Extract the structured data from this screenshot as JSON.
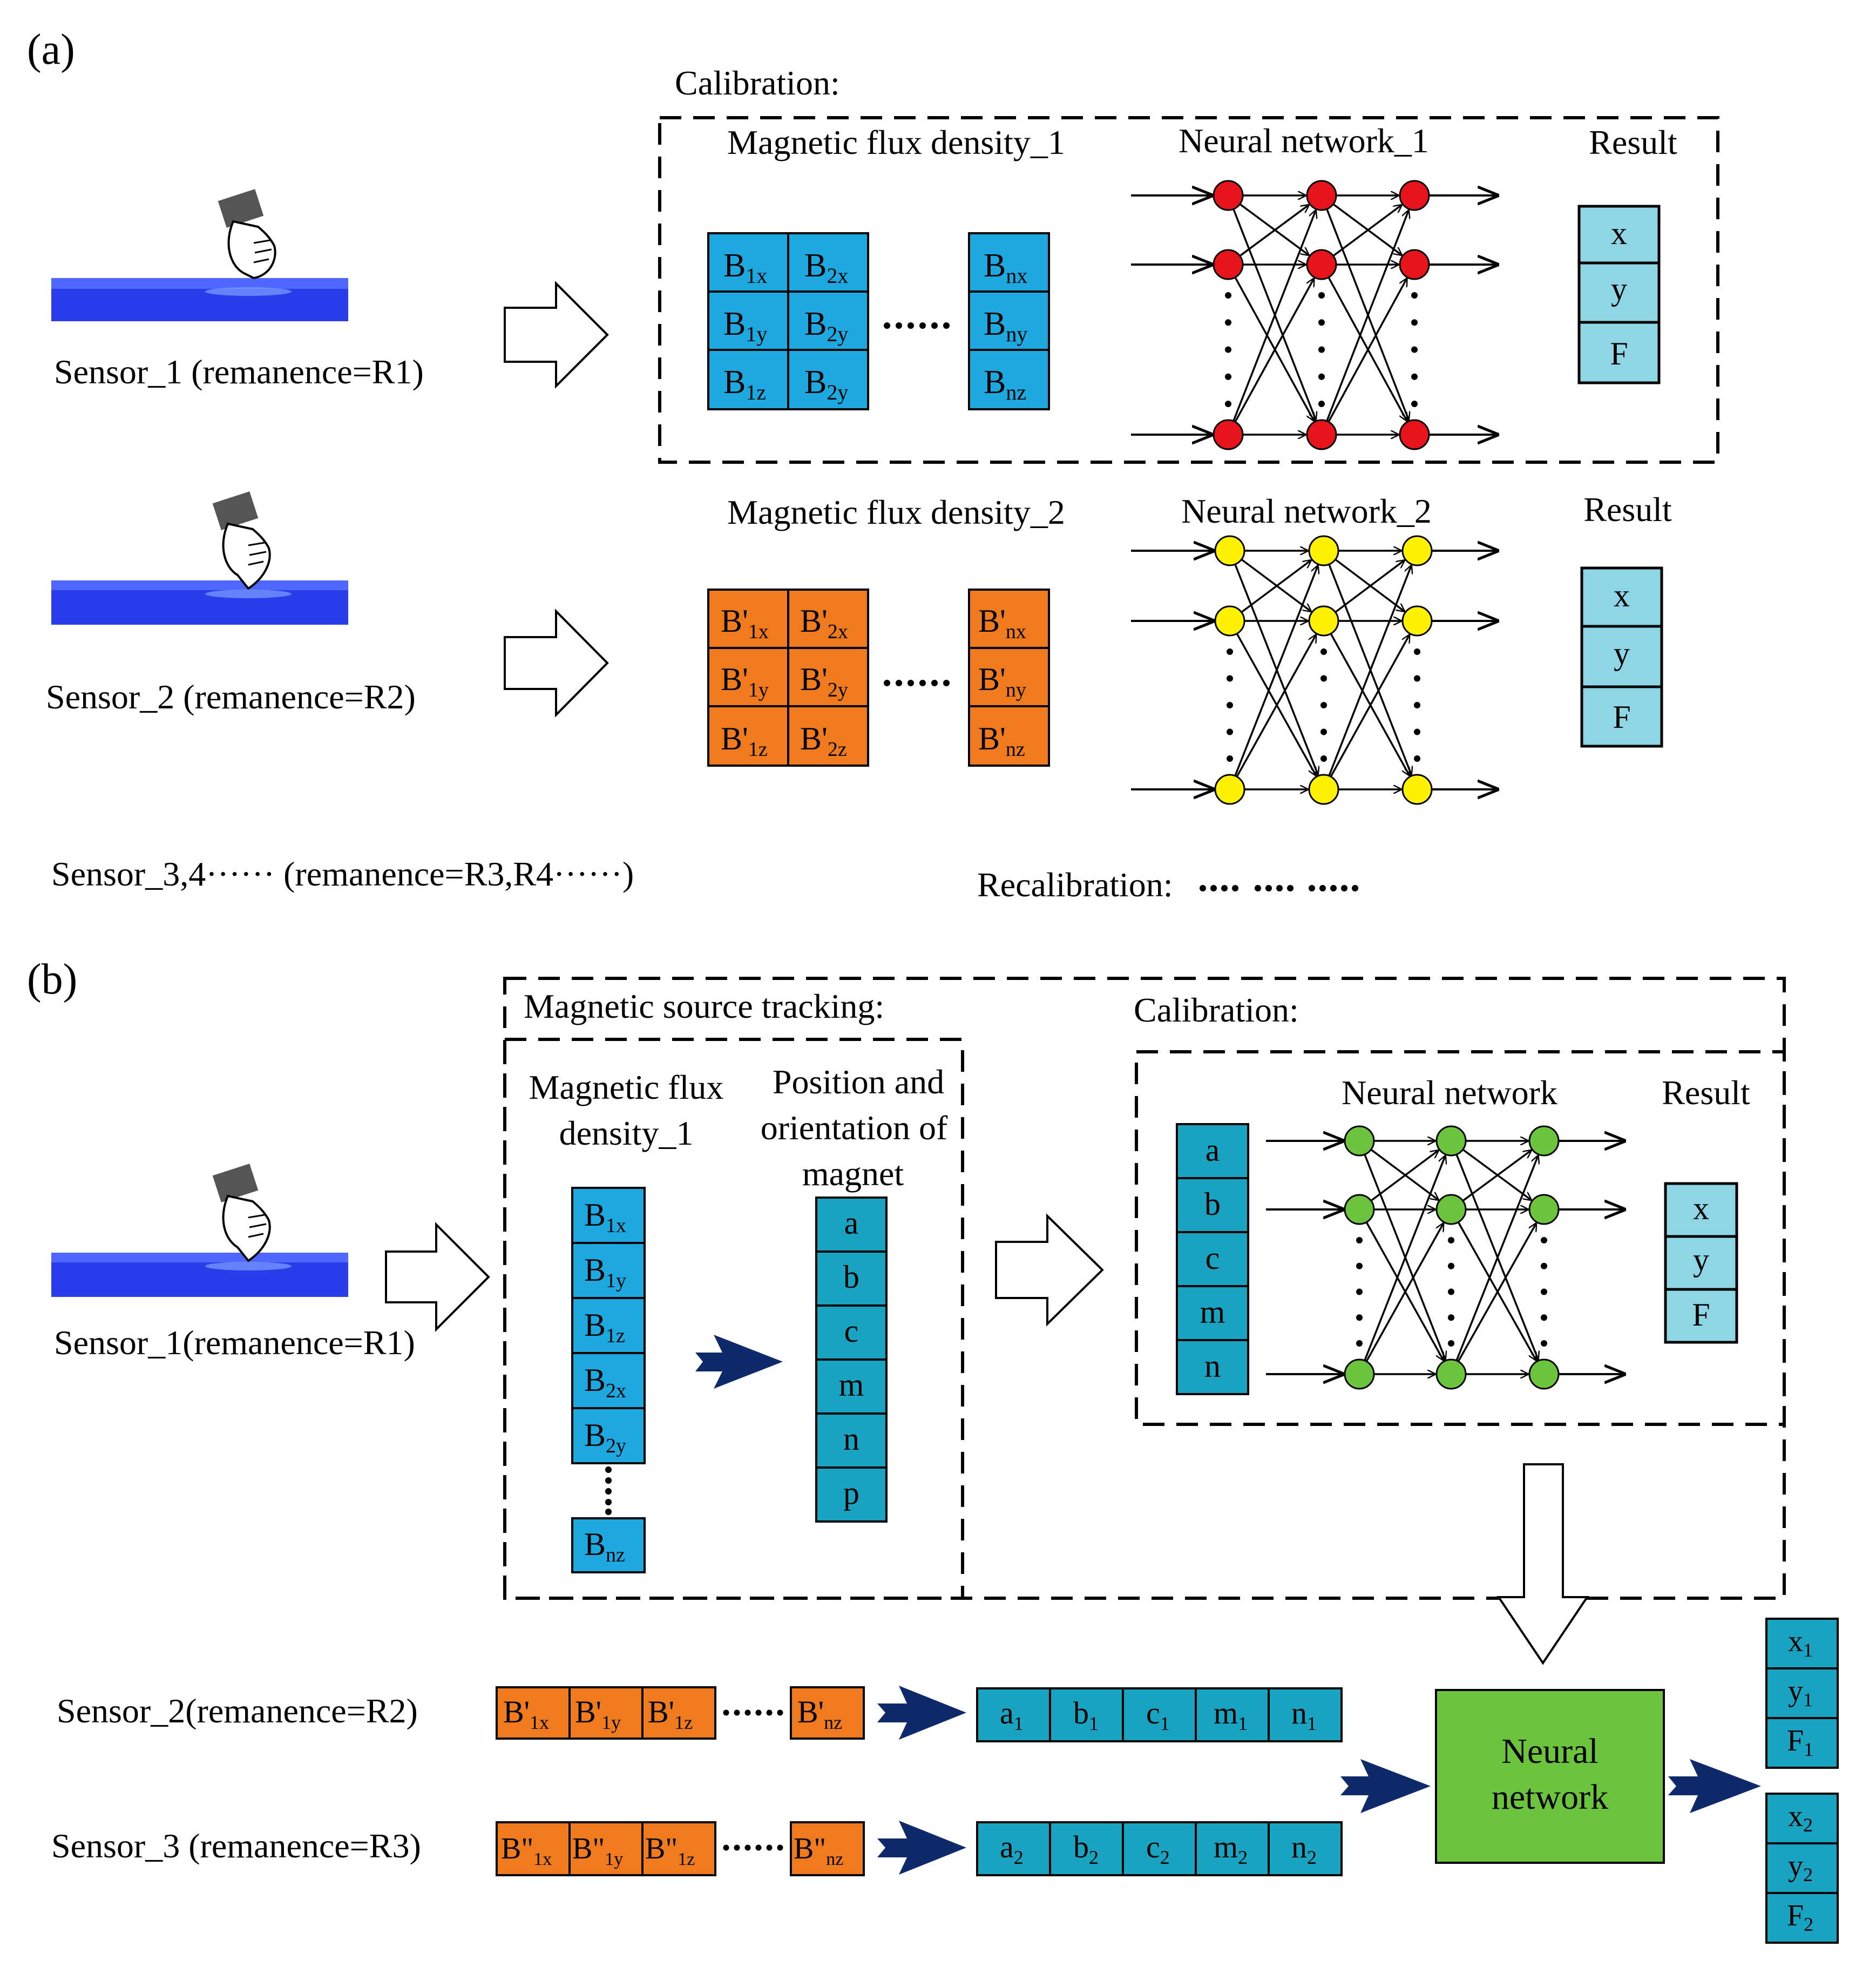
{
  "colors": {
    "blue_cell": "#1EA8E0",
    "orange_cell": "#F07A1E",
    "teal_cell": "#1AA3C0",
    "result_cell": "#8ED6E6",
    "red_node": "#E8141B",
    "yellow_node": "#FFF200",
    "green_node": "#6CC43C",
    "nn_box": "#6CC43C",
    "dark_arrow": "#0E2A6B",
    "sensor_blue": "#2A3DEB"
  },
  "panel_a": {
    "label": "(a)",
    "calibration_label": "Calibration:",
    "mfd1_title": "Magnetic flux density_1",
    "nn1_title": "Neural network_1",
    "result1_title": "Result",
    "mfd2_title": "Magnetic flux density_2",
    "nn2_title": "Neural network_2",
    "result2_title": "Result",
    "sensor1_label": "Sensor_1 (remanence=R1)",
    "sensor2_label": "Sensor_2 (remanence=R2)",
    "sensor34_label": "Sensor_3,4······ (remanence=R3,R4······)",
    "recalibration_label": "Recalibration:",
    "ellipsis": "·····",
    "recal_dots": "•••• •••• ••••",
    "result_rows": [
      "x",
      "y",
      "F"
    ]
  },
  "panel_b": {
    "label": "(b)",
    "tracking_label": "Magnetic source tracking:",
    "calibration_label": "Calibration:",
    "mfd_title_1": "Magnetic flux",
    "mfd_title_2": "density_1",
    "pos_title_1": "Position and",
    "pos_title_2": "orientation of",
    "pos_title_3": "magnet",
    "nn_title": "Neural network",
    "result_title": "Result",
    "sensor1_label": "Sensor_1(remanence=R1)",
    "sensor2_label": "Sensor_2(remanence=R2)",
    "sensor3_label": "Sensor_3 (remanence=R3)",
    "pos_cells": [
      "a",
      "b",
      "c",
      "m",
      "n",
      "p"
    ],
    "calib_cells": [
      "a",
      "b",
      "c",
      "m",
      "n"
    ],
    "result_rows": [
      "x",
      "y",
      "F"
    ],
    "nn_box_line1": "Neural",
    "nn_box_line2": "network",
    "ellipsis": "·····"
  }
}
